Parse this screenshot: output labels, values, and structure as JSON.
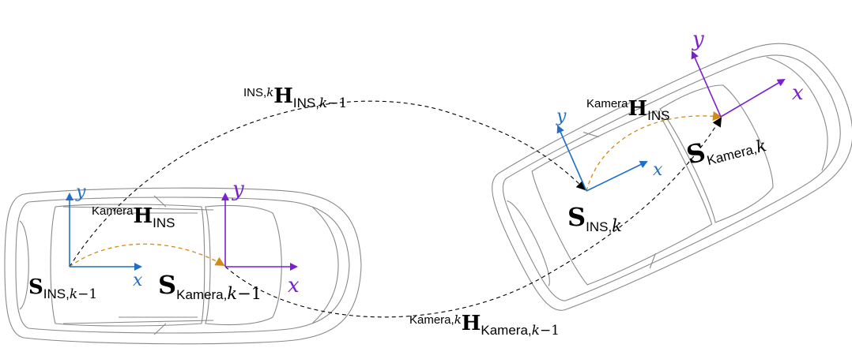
{
  "axes": {
    "x": "x",
    "y": "y"
  },
  "frames": {
    "ins_k_minus_1": {
      "sym": "S",
      "sub": "INS,",
      "sub_var": "k",
      "sub_tail": "−1"
    },
    "kam_k_minus_1": {
      "sym": "S",
      "sub": "Kamera,",
      "sub_var": "k",
      "sub_tail": "−1"
    },
    "ins_k": {
      "sym": "S",
      "sub": "INS,",
      "sub_var": "k"
    },
    "kam_k": {
      "sym": "S",
      "sub": "Kamera,",
      "sub_var": "k"
    }
  },
  "transforms": {
    "ins_left": {
      "sup": "Kamera",
      "sym": "H",
      "sub": "INS"
    },
    "ins_right": {
      "sup": "Kamera",
      "sym": "H",
      "sub": "INS"
    },
    "ins_motion": {
      "sup": "INS,",
      "sup_var": "k",
      "sym": "H",
      "sub": "INS,",
      "sub_var": "k",
      "sub_tail": "−1"
    },
    "kam_motion": {
      "sup": "Kamera,",
      "sup_var": "k",
      "sym": "H",
      "sub": "Kamera,",
      "sub_var": "k",
      "sub_tail": "−1"
    }
  },
  "colors": {
    "ins_axis": "#1f6fc8",
    "cam_axis": "#7b1fd0",
    "transform_arrow": "#d08a1a",
    "path": "#000000",
    "car_outline": "#8a8a8a"
  }
}
